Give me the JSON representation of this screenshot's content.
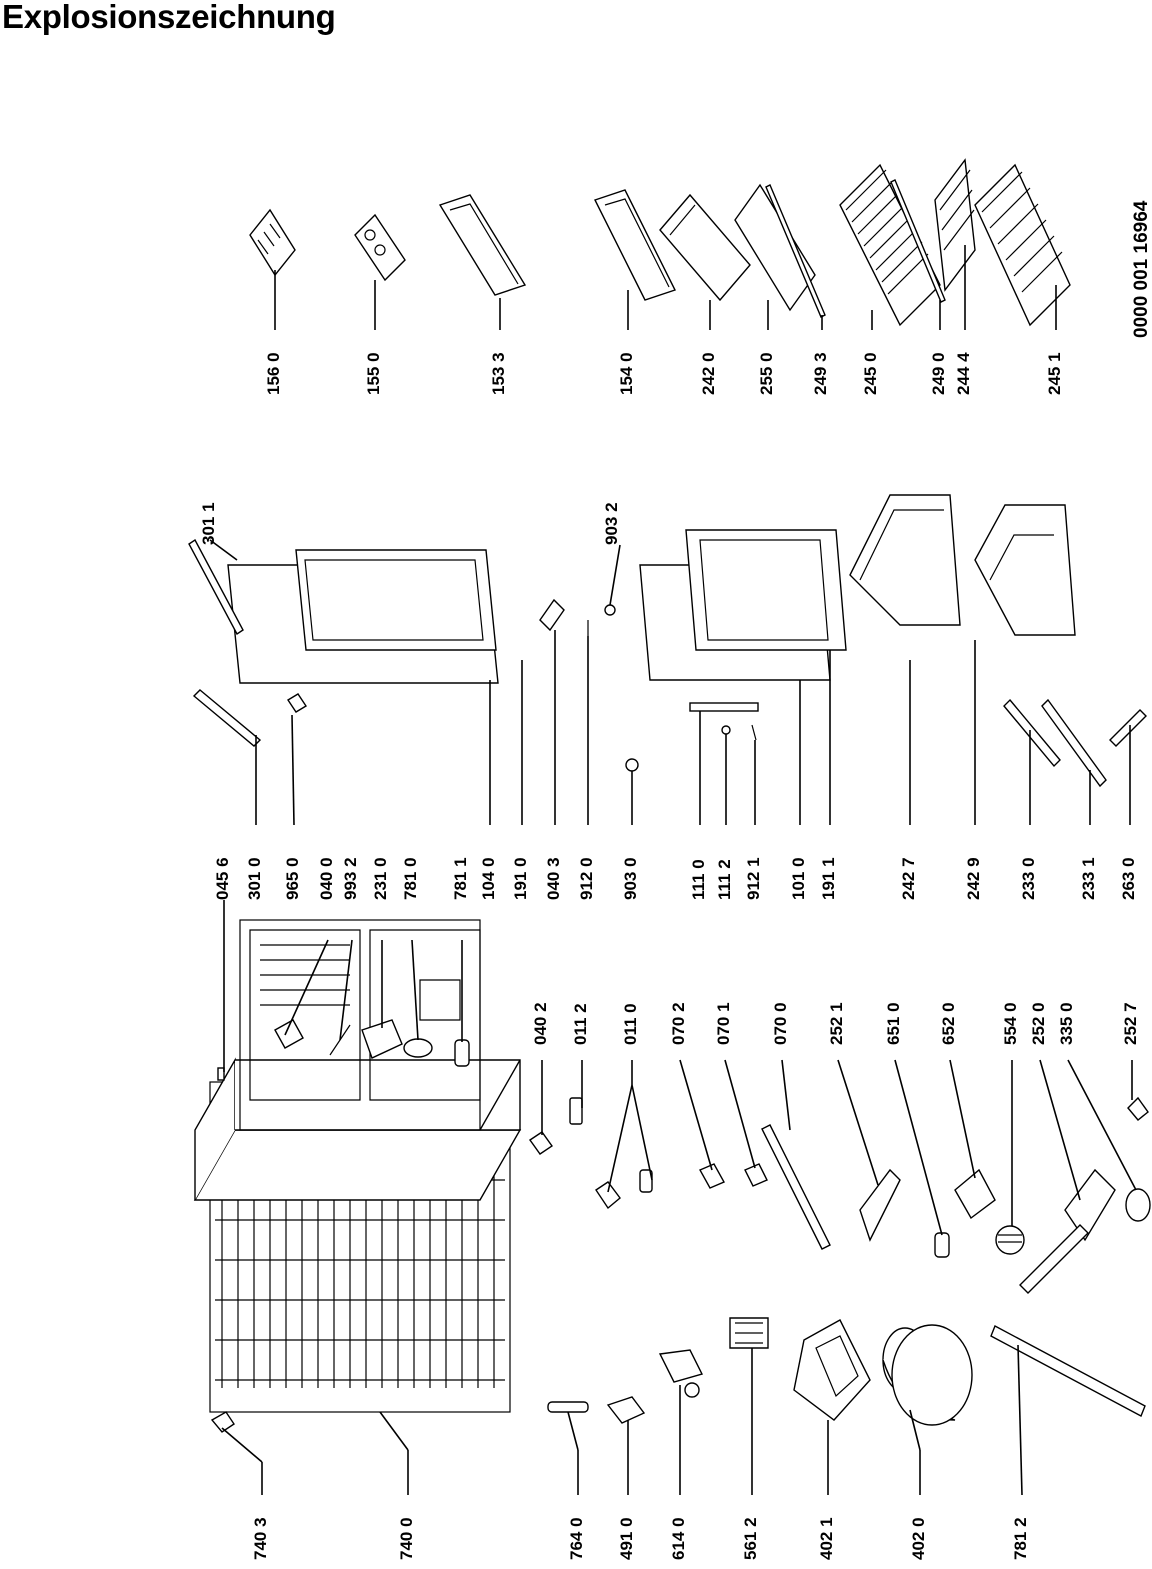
{
  "title": "Explosionszeichnung",
  "document_id": "0000 001 16964",
  "groups": {
    "left": [
      "740 3",
      "740 0",
      "764 0",
      "491 0",
      "614 0",
      "561 2",
      "402 1",
      "402 0",
      "781 2"
    ],
    "center": [
      "040 2",
      "011 2",
      "011 0",
      "070 2",
      "070 1",
      "070 0",
      "252 1",
      "651 0",
      "652 0",
      "554 0",
      "252 0",
      "335 0",
      "252 7"
    ],
    "right": [
      "045 6",
      "301 0",
      "965 0",
      "040 0",
      "993 2",
      "231 0",
      "781 0",
      "781 1",
      "104 0",
      "191 0",
      "040 3",
      "912 0",
      "903 0",
      "111 0",
      "111 2",
      "912 1",
      "101 0",
      "191 1",
      "242 7",
      "242 9",
      "233 0",
      "233 1",
      "263 0"
    ],
    "top_right": [
      "301 1",
      "903 2"
    ],
    "accessories": [
      "156 0",
      "155 0",
      "153 3",
      "154 0",
      "242 0",
      "255 0",
      "249 3",
      "245 0",
      "249 0",
      "244 4",
      "245 1"
    ]
  }
}
